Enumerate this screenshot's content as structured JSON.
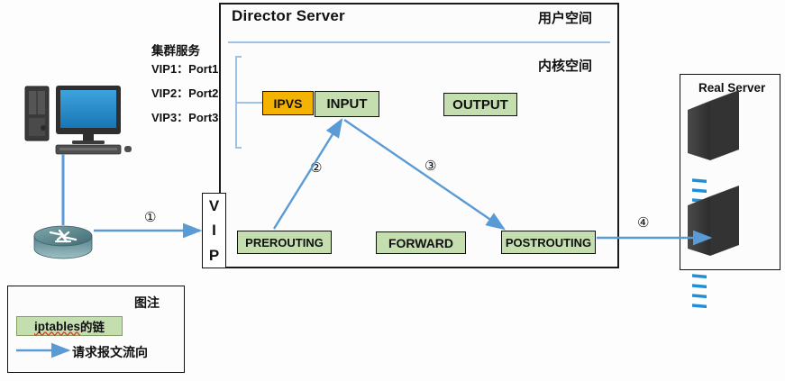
{
  "director": {
    "title": "Director Server",
    "user_space_label": "用户空间",
    "kernel_space_label": "内核空间",
    "chains": [
      {
        "id": "ipvs",
        "label": "IPVS",
        "color": "#f5b301"
      },
      {
        "id": "input",
        "label": "INPUT",
        "color": "#c5deb0"
      },
      {
        "id": "output",
        "label": "OUTPUT",
        "color": "#c5deb0"
      },
      {
        "id": "prerouting",
        "label": "PREROUTING",
        "color": "#c5deb0"
      },
      {
        "id": "forward",
        "label": "FORWARD",
        "color": "#c5deb0"
      },
      {
        "id": "postrouting",
        "label": "POSTROUTING",
        "color": "#c5deb0"
      }
    ]
  },
  "vip_box": {
    "letters": [
      "V",
      "I",
      "P"
    ]
  },
  "cluster_service": {
    "title": "集群服务",
    "entries": [
      {
        "label": "VIP1：Port1"
      },
      {
        "label": "VIP2：Port2"
      },
      {
        "label": "VIP3：Port3"
      }
    ]
  },
  "real_server": {
    "title": "Real Server",
    "count": 2
  },
  "steps": [
    {
      "id": "step-1",
      "label": "①"
    },
    {
      "id": "step-2",
      "label": "②"
    },
    {
      "id": "step-3",
      "label": "③"
    },
    {
      "id": "step-4",
      "label": "④"
    }
  ],
  "legend": {
    "title": "图注",
    "chain_label_prefix": "iptables",
    "chain_label_suffix": "的链",
    "flow_label": "请求报文流向"
  },
  "colors": {
    "arrow": "#5b9bd5",
    "chain_green": "#c5deb0",
    "ipvs_amber": "#f5b301",
    "divider_blue": "#9cc3e5",
    "outline": "#1a1a1a"
  },
  "nodes": {
    "client_pc": "client-workstation",
    "router": "network-router"
  }
}
